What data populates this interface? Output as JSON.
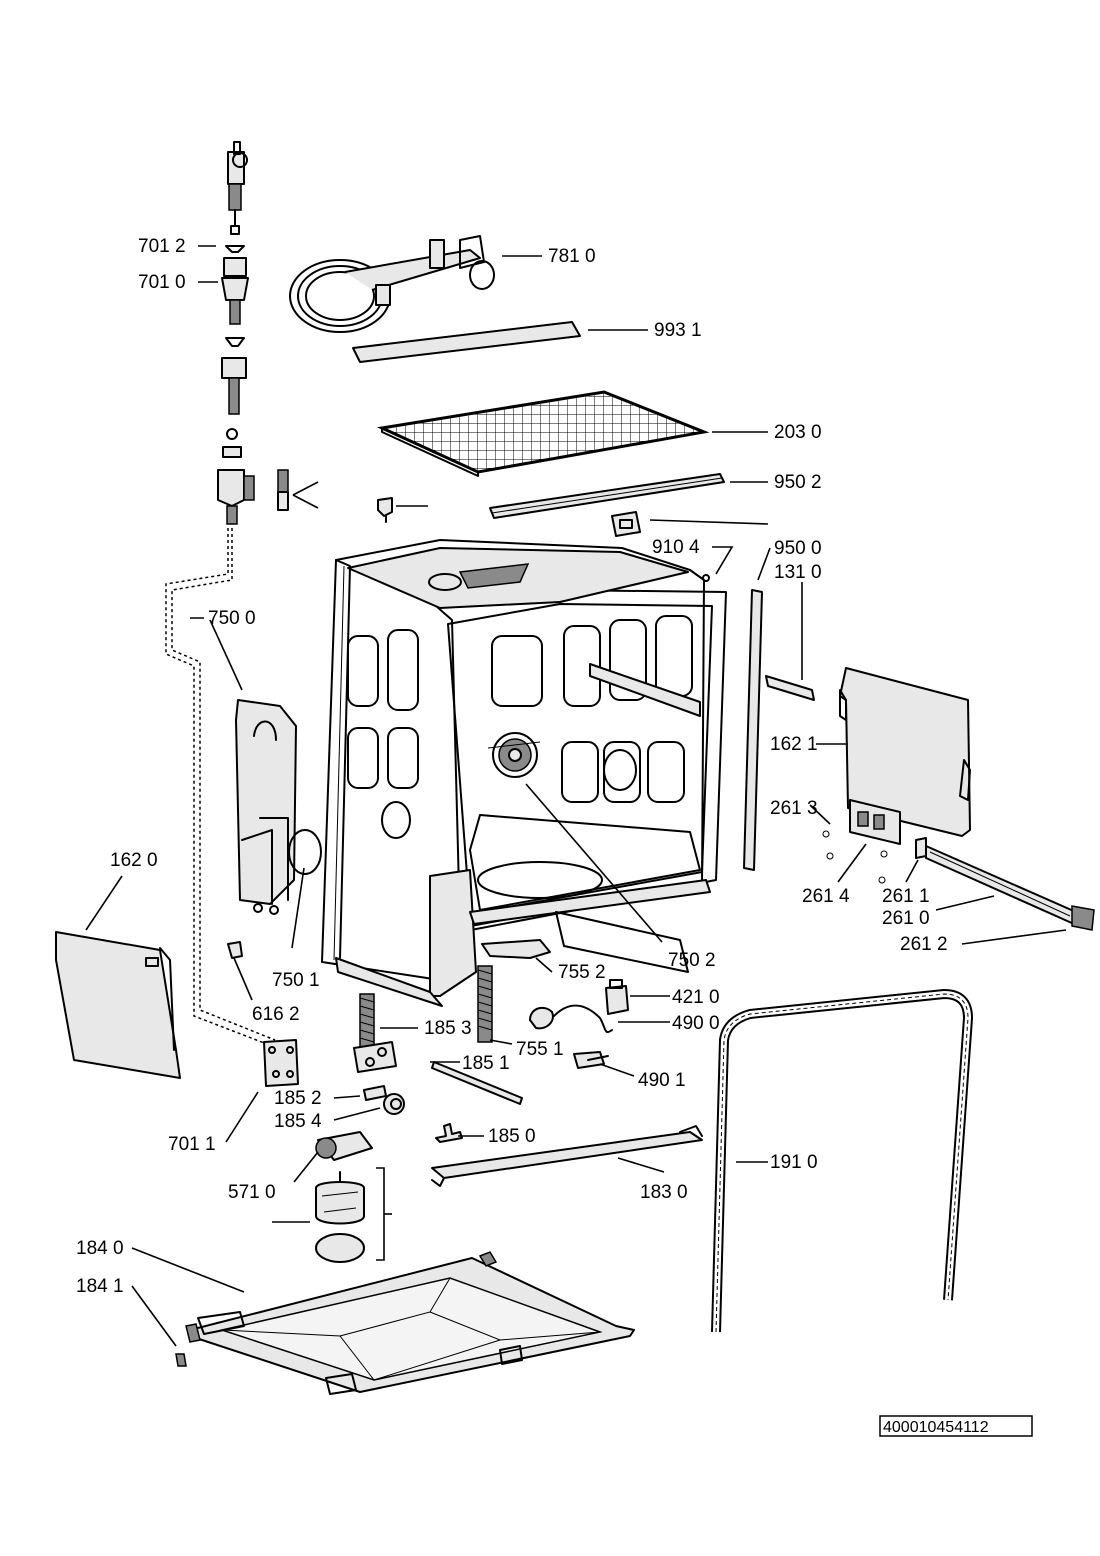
{
  "diagram": {
    "labels": {
      "p7012": "701 2",
      "p7010": "701 0",
      "p7810": "781 0",
      "p9931": "993 1",
      "p2030": "203 0",
      "p9502": "950 2",
      "p9104": "910 4",
      "p9500": "950 0",
      "p1310": "131 0",
      "p7500": "750 0",
      "p1621": "162 1",
      "p2613": "261 3",
      "p1620": "162 0",
      "p2614": "261 4",
      "p2611": "261 1",
      "p2610": "261 0",
      "p7502": "750 2",
      "p2612": "261 2",
      "p7501": "750 1",
      "p7552": "755 2",
      "p4210": "421 0",
      "p6162": "616 2",
      "p1853": "185 3",
      "p4900": "490 0",
      "p7551": "755 1",
      "p1851": "185 1",
      "p4901": "490 1",
      "p1852": "185 2",
      "p1854": "185 4",
      "p7011": "701 1",
      "p1850": "185 0",
      "p1910": "191 0",
      "p5710": "571 0",
      "p1830": "183 0",
      "p1840": "184 0",
      "p1841": "184 1"
    },
    "document_id": "400010454112"
  }
}
